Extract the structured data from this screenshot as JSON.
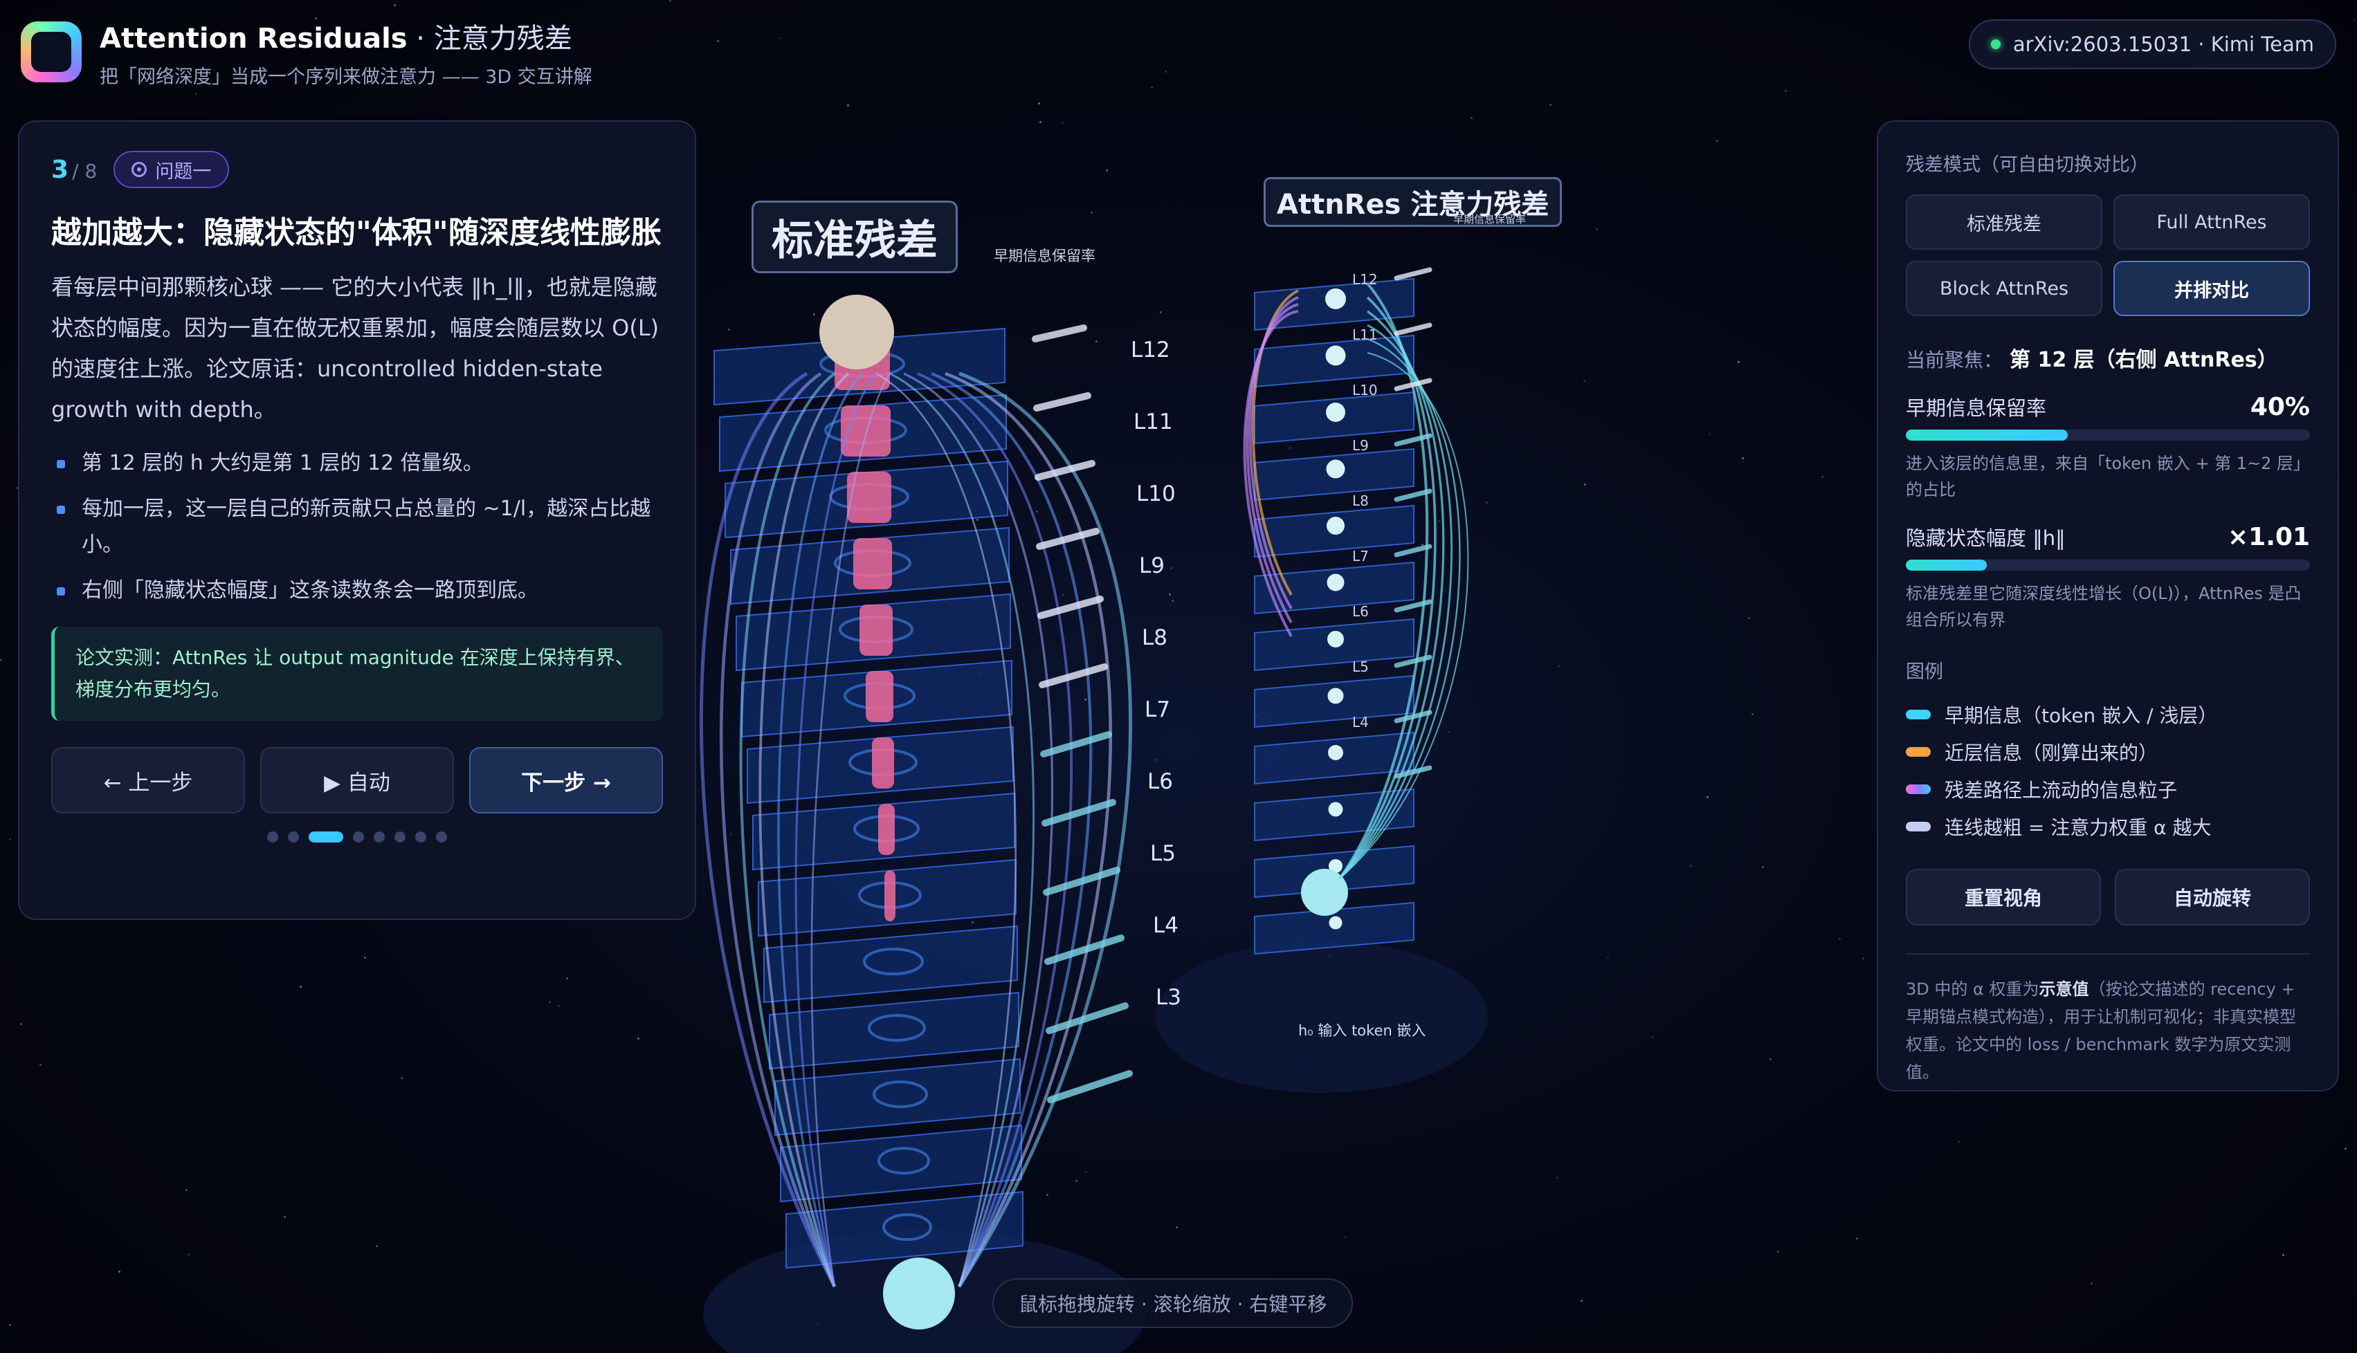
{
  "header": {
    "title_en": "Attention Residuals",
    "title_sep": " · ",
    "title_cn": "注意力残差",
    "subtitle": "把「网络深度」当成一个序列来做注意力 —— 3D 交互讲解",
    "badge": "arXiv:2603.15031 · Kimi Team"
  },
  "left_panel": {
    "step_current": "3",
    "step_total": "/ 8",
    "tag": "问题一",
    "heading": "越加越大：隐藏状态的\"体积\"随深度线性膨胀",
    "body": "看每层中间那颗核心球 —— 它的大小代表 ‖h_l‖，也就是隐藏状态的幅度。因为一直在做无权重累加，幅度会随层数以 O(L) 的速度往上涨。论文原话：uncontrolled hidden-state growth with depth。",
    "bullets": [
      "第 12 层的 h 大约是第 1 层的 12 倍量级。",
      "每加一层，这一层自己的新贡献只占总量的 ~1/l，越深占比越小。",
      "右侧「隐藏状态幅度」这条读数条会一路顶到底。"
    ],
    "note": "论文实测：AttnRes 让 output magnitude 在深度上保持有界、梯度分布更均匀。",
    "prev_label": "← 上一步",
    "auto_label": "▶ 自动",
    "next_label": "下一步 →",
    "dots_total": 8,
    "dots_active": 3
  },
  "scene": {
    "label_std": "标准残差",
    "label_attn": "AttnRes 注意力残差",
    "retention_tag": "早期信息保留率",
    "std_layers": [
      "L12",
      "L11",
      "L10",
      "L9",
      "L8",
      "L7",
      "L6",
      "L5",
      "L4",
      "L3"
    ],
    "attn_layers": [
      "L12",
      "L11",
      "L10",
      "L9",
      "L8",
      "L7",
      "L6",
      "L5",
      "L4"
    ],
    "h0_label": "h₀ 输入 token 嵌入",
    "hint": "鼠标拖拽旋转 · 滚轮缩放 · 右键平移"
  },
  "right_panel": {
    "mode_label": "残差模式（可自由切换对比）",
    "modes": [
      "标准残差",
      "Full AttnRes",
      "Block AttnRes",
      "并排对比"
    ],
    "active_mode": "并排对比",
    "focus_label": "当前聚焦：",
    "focus_value": "第 12 层（右侧 AttnRes）",
    "metric1_name": "早期信息保留率",
    "metric1_value": "40%",
    "metric1_fraction": 0.4,
    "metric1_desc": "进入该层的信息里，来自「token 嵌入 + 第 1~2 层」的占比",
    "metric2_name": "隐藏状态幅度 ‖h‖",
    "metric2_value": "×1.01",
    "metric2_fraction": 0.2,
    "metric2_desc": "标准残差里它随深度线性增长（O(L)），AttnRes 是凸组合所以有界",
    "legend_title": "图例",
    "legend": [
      {
        "label": "早期信息（token 嵌入 / 浅层）",
        "color": "#3fd3ff"
      },
      {
        "label": "近层信息（刚算出来的）",
        "color": "#ffa23f"
      },
      {
        "label": "残差路径上流动的信息粒子",
        "color": "#8f7bff"
      },
      {
        "label": "连线越粗 = 注意力权重 α 越大",
        "color": "#c4cdf0"
      }
    ],
    "reset_label": "重置视角",
    "rotate_label": "自动旋转",
    "footnote_pre": "3D 中的 α 权重为",
    "footnote_bold": "示意值",
    "footnote_post": "（按论文描述的 recency + 早期锚点模式构造），用于让机制可视化；非真实模型权重。论文中的 loss / benchmark 数字为原文实测值。"
  }
}
